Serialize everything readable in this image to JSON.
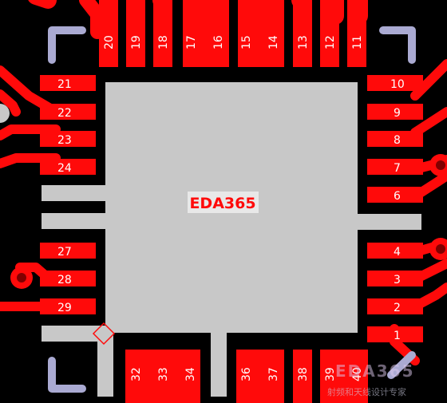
{
  "board_label": "EDA365",
  "pins": {
    "top": [
      "20",
      "19",
      "18",
      "17",
      "16",
      "15",
      "14",
      "13",
      "12",
      "11"
    ],
    "right": [
      "10",
      "9",
      "8",
      "7",
      "6",
      "4",
      "3",
      "2",
      "1"
    ],
    "left": [
      "21",
      "22",
      "23",
      "24",
      "27",
      "28",
      "29"
    ],
    "bottom": [
      "32",
      "33",
      "34",
      "36",
      "37",
      "38",
      "39",
      "40"
    ]
  },
  "watermark": {
    "logo": "EDA365",
    "subtitle": "射频和天线设计专家"
  },
  "colors": {
    "copper": "#ff0a0a",
    "thermal_pad": "#c8c8c8",
    "silkscreen": "#aaaad2",
    "via_hole": "#800000",
    "background": "#000000"
  }
}
